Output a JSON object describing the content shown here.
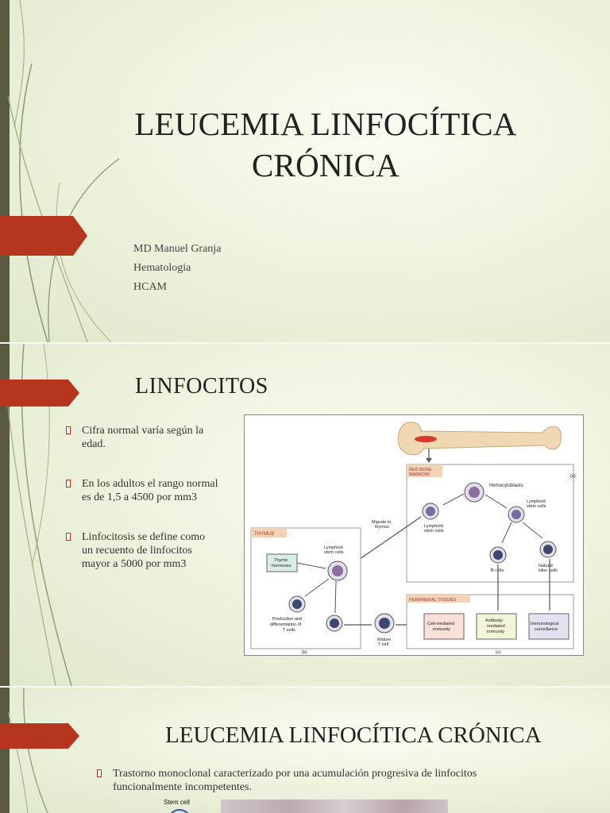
{
  "slides": [
    {
      "title_line1": "LEUCEMIA LINFOCÍTICA",
      "title_line2": "CRÓNICA",
      "subtitle": [
        "MD Manuel Granja",
        "Hematologia",
        "HCAM"
      ]
    },
    {
      "title": "LINFOCITOS",
      "bullets": [
        "Cifra normal varía según  la edad.",
        "En los adultos el rango normal es de 1,5 a 4500 por mm3",
        "Linfocitosis se define como un recuento de linfocitos mayor a 5000 por mm3"
      ],
      "figure": {
        "red_bone_marrow": "RED BONE",
        "marrow": "MARROW",
        "hemocytoblasts": "Hemocytoblasts",
        "lymphoid_stem_cells_1": "Lymphoid",
        "lymphoid_stem_cells_2": "stem cells",
        "migrate_1": "Migrate to",
        "migrate_2": "thymus",
        "thymus": "THYMUS",
        "thymic_1": "Thymic",
        "thymic_2": "hormones",
        "b_cells": "B cells",
        "nk_1": "Natural",
        "nk_2": "killer cells",
        "production_1": "Production and",
        "production_2": "differentiation of",
        "production_3": "T cells",
        "peripheral": "PERIPHERAL TISSUES",
        "mature_1": "Mature",
        "mature_2": "T cell",
        "cell_mediated_1": "Cell-mediated",
        "cell_mediated_2": "immunity",
        "antibody_1": "Antibody-",
        "antibody_2": "mediated",
        "antibody_3": "immunity",
        "immuno_1": "Immunological",
        "immuno_2": "surveillance",
        "label_a": "(a)",
        "label_b": "(b)",
        "label_c": "(c)"
      }
    },
    {
      "title": "LEUCEMIA LINFOCÍTICA CRÓNICA",
      "bullets": [
        "Trastorno monoclonal caracterizado por una acumulación progresiva de linfocitos funcionalmente incompetentes."
      ],
      "stem_cell_label": "Stem cell"
    }
  ],
  "colors": {
    "accent_red": "#b5351f",
    "left_strip": "#5a5a40",
    "background": "#eef2dd",
    "leaf_line": "#8a9a68"
  }
}
